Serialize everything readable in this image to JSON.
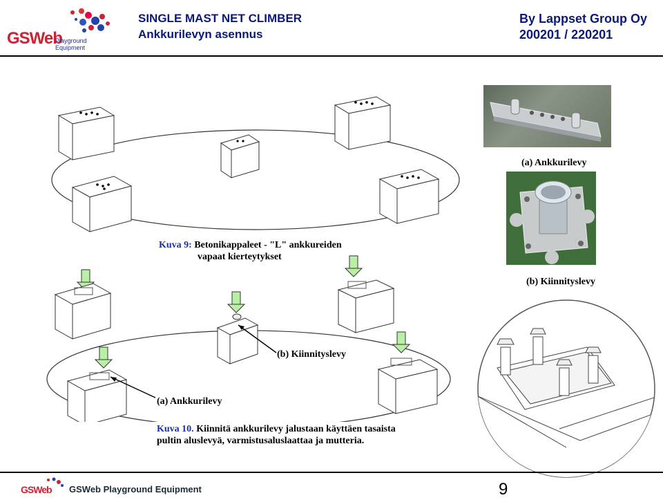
{
  "header": {
    "logo_text": "GSWeb",
    "logo_sub": "Playground Equipment",
    "title": "SINGLE MAST NET CLIMBER",
    "subtitle": "Ankkurilevyn asennus",
    "company": "By Lappset  Group Oy",
    "code": "200201 / 220201"
  },
  "photos": {
    "a_caption": "(a) Ankkurilevy",
    "b_caption": "(b) Kiinnityslevy"
  },
  "figure9": {
    "label": "Kuva 9:",
    "line1": " Betonikappaleet - \"L\" ankkureiden",
    "line2": "vapaat kierteytykset"
  },
  "figure10": {
    "callout_b": "(b) Kiinnityslevy",
    "callout_a": "(a) Ankkurilevy",
    "label": "Kuva 10.",
    "line1": " Kiinnitä ankkurilevy jalustaan käyttäen tasaista",
    "line2": "pultin aluslevyä, varmistusaluslaattaa ja mutteria."
  },
  "footer": {
    "logo_text": "GSWeb",
    "company": "GSWeb Playground Equipment",
    "page_number": "9"
  }
}
